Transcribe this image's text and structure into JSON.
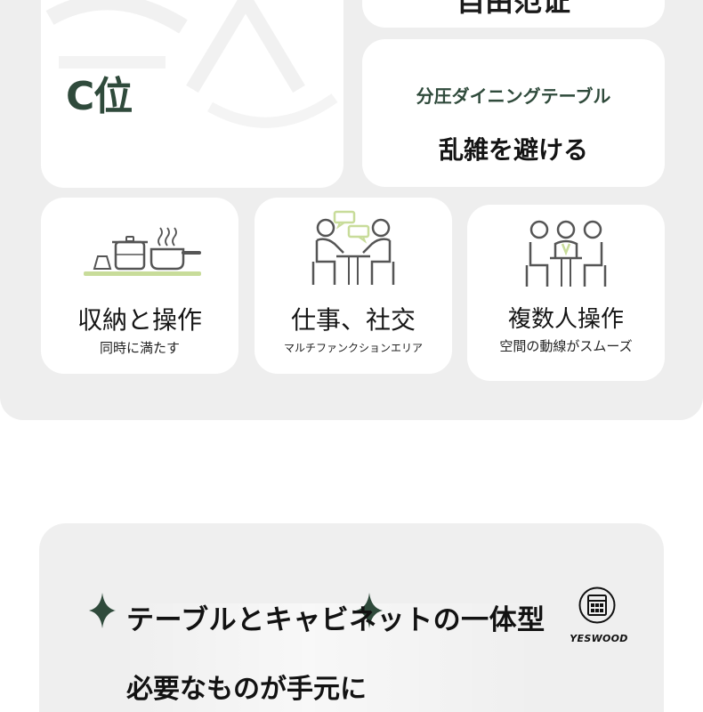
{
  "top_section": {
    "card_c": {
      "label": "C位"
    },
    "card_top_right": {
      "title": "自由范证"
    },
    "card_zoning": {
      "subtitle": "分圧ダイニングテーブル",
      "title": "乱雑を避ける"
    },
    "features": [
      {
        "title": "収納と操作",
        "description": "同時に満たす",
        "icon": "cookware-icon"
      },
      {
        "title": "仕事、社交",
        "description": "マルチファンクションエリア",
        "icon": "two-people-meeting-icon"
      },
      {
        "title": "複数人操作",
        "description": "空間の動線がスムーズ",
        "icon": "three-people-table-icon"
      }
    ]
  },
  "bottom_section": {
    "headline": "テーブルとキャビネットの一体型",
    "subline": "必要なものが手元に",
    "brand": {
      "name": "YESWOOD",
      "icon": "yeswood-logo-icon"
    },
    "sparkle_icon": "sparkle-icon"
  },
  "colors": {
    "panel_gray": "#eeeeee",
    "accent_green": "#2f4a3b",
    "icon_gray": "#555555",
    "icon_accent": "#c8dc9a"
  }
}
